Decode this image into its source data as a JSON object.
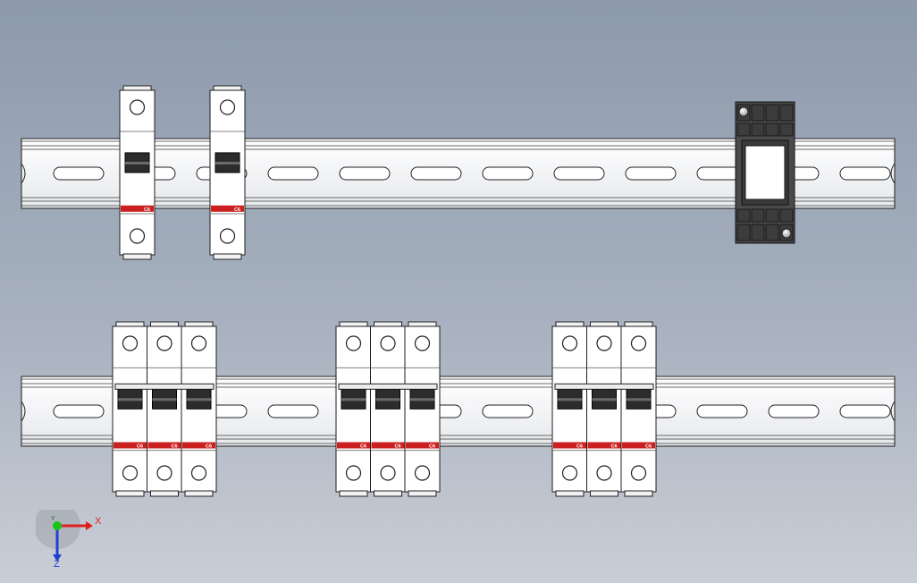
{
  "viewport": {
    "background_top": "#8d9aac",
    "background_bottom": "#c9ced6"
  },
  "model": {
    "rails": [
      {
        "id": "rail-top"
      },
      {
        "id": "rail-bottom"
      }
    ],
    "breaker_rating_label": "C6",
    "breaker_label_color": "#cc1f1f",
    "breaker_groups": [
      {
        "rail": 0,
        "poles": 1
      },
      {
        "rail": 0,
        "poles": 1
      },
      {
        "rail": 1,
        "poles": 3
      },
      {
        "rail": 1,
        "poles": 3
      },
      {
        "rail": 1,
        "poles": 3
      }
    ],
    "terminal_block": {
      "rail": 0
    }
  },
  "triad": {
    "x_label": "X",
    "y_label": "Y",
    "z_label": "Z",
    "x_color": "#e02020",
    "y_color": "#19c419",
    "z_color": "#2040d0"
  }
}
